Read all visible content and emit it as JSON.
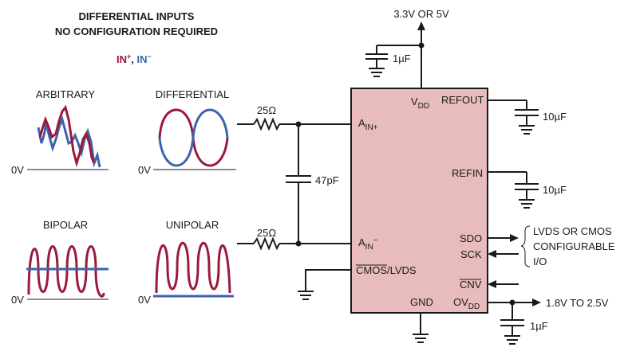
{
  "heading": {
    "line1": "DIFFERENTIAL INPUTS",
    "line2": "NO CONFIGURATION REQUIRED"
  },
  "legend": {
    "in_plus": "IN",
    "in_plus_sup": "+",
    "comma": ", ",
    "in_minus": "IN",
    "in_minus_sup": "−",
    "in_plus_color": "#9a1a3c",
    "in_minus_color": "#3d63ad"
  },
  "waveforms": {
    "arbitrary": "ARBITRARY",
    "differential": "DIFFERENTIAL",
    "bipolar": "BIPOLAR",
    "unipolar": "UNIPOLAR",
    "zero_label": "0V"
  },
  "circuit": {
    "supply": "3.3V OR 5V",
    "c_supply": "1µF",
    "r_top": "25Ω",
    "r_bottom": "25Ω",
    "c_diff": "47pF",
    "c_refout": "10µF",
    "c_refin": "10µF",
    "c_ovdd": "1µF",
    "ovdd_supply": "1.8V TO 2.5V",
    "io_line1": "LVDS OR CMOS",
    "io_line2": "CONFIGURABLE",
    "io_line3": "I/O",
    "chip_color": "#e8bcbc"
  },
  "pins": {
    "vdd": "V",
    "vdd_sub": "DD",
    "refout": "REFOUT",
    "ain_plus": "A",
    "ain_plus_sub": "IN+",
    "refin": "REFIN",
    "ain_minus": "A",
    "ain_minus_sub": "IN",
    "ain_minus_sup": "−",
    "sdo": "SDO",
    "sck": "SCK",
    "cmos_lvds": "CMOS/LVDS",
    "cnv": "CNV",
    "gnd": "GND",
    "ovdd": "OV",
    "ovdd_sub": "DD"
  }
}
